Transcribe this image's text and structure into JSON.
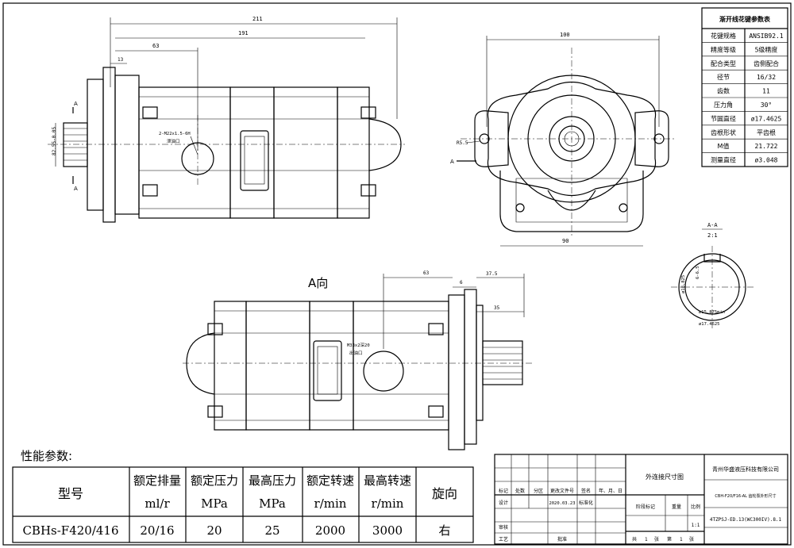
{
  "dims": {
    "d211": "211",
    "d191": "191",
    "d63": "63",
    "d13": "13",
    "d100": "100",
    "d90": "90",
    "d82": "82.55-0.05",
    "r": "R5.5",
    "a_right": "A",
    "a_left": "A",
    "a_left2": "A",
    "b63": "63",
    "b6": "6",
    "b37": "37.5",
    "b35": "35",
    "port_top": "2-M22x1.5-6H",
    "port_top_sub": "泄油口",
    "port_bot": "M33x2深20",
    "port_bot_sub": "出油口"
  },
  "view_label": "A向",
  "section": {
    "title": "A-A",
    "scale": "2:1",
    "d1": "ø15.875min",
    "d2": "ø17.4625",
    "side1": "ø18.825",
    "side2": "6-6.5"
  },
  "spline_table": {
    "title": "渐开线花键参数表",
    "rows": [
      {
        "k": "花键规格",
        "v": "ANSIB92.1"
      },
      {
        "k": "精度等级",
        "v": "5级精度"
      },
      {
        "k": "配合类型",
        "v": "齿侧配合"
      },
      {
        "k": "径节",
        "v": "16/32"
      },
      {
        "k": "齿数",
        "v": "11"
      },
      {
        "k": "压力角",
        "v": "30°"
      },
      {
        "k": "节圆直径",
        "v": "ø17.4625"
      },
      {
        "k": "齿根形状",
        "v": "平齿根"
      },
      {
        "k": "M值",
        "v": "21.722"
      },
      {
        "k": "测量直径",
        "v": "ø3.048"
      }
    ]
  },
  "perf": {
    "title": "性能参数:",
    "h_model": "型号",
    "h_disp": "额定排量",
    "u_disp": "ml/r",
    "h_p1": "额定压力",
    "u_p1": "MPa",
    "h_p2": "最高压力",
    "u_p2": "MPa",
    "h_s1": "额定转速",
    "u_s1": "r/min",
    "h_s2": "最高转速",
    "u_s2": "r/min",
    "h_rot": "旋向",
    "model": "CBHs-F420/416",
    "disp": "20/16",
    "p1": "20",
    "p2": "25",
    "s1": "2000",
    "s2": "3000",
    "rot": "右"
  },
  "title_block": {
    "company": "青州华盛液压科技有限公司",
    "drawing_name": "外连接尺寸图",
    "drawing_no": "4TZPSJ-ED.13(WC300IV).8.1",
    "part_name": "CBH-F20/F16-AL 齿轮泵外形尺寸",
    "h1": "标记",
    "h2": "处数",
    "h3": "分区",
    "h4": "更改文件号",
    "h5": "签名",
    "h6": "年、月、日",
    "designer": "设计",
    "date": "2020.03.23",
    "std": "标准化",
    "stage": "阶段标记",
    "weight": "重量",
    "scale": "比例",
    "scale_val": "1:1",
    "review": "审核",
    "process": "工艺",
    "approve": "批准",
    "total": "共",
    "total_n": "1",
    "sheet_lbl": "张",
    "page_lbl": "第",
    "page_n": "1",
    "page_sfx": "张"
  }
}
